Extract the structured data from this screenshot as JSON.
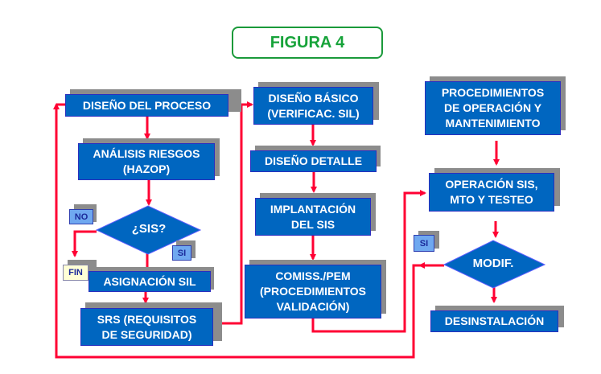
{
  "title": "FIGURA 4",
  "nodes": {
    "diseno_proceso": "DISEÑO DEL PROCESO",
    "analisis_riesgos": "ANÁLISIS RIESGOS\n(HAZOP)",
    "sis_decision": "¿SIS?",
    "asignacion_sil": "ASIGNACIÓN SIL",
    "srs": "SRS (REQUISITOS\nDE SEGURIDAD)",
    "diseno_basico": "DISEÑO BÁSICO\n(VERIFICAC. SIL)",
    "diseno_detalle": "DISEÑO DETALLE",
    "implantacion": "IMPLANTACIÓN\nDEL SIS",
    "comiss": "COMISS./PEM\n(PROCEDIMIENTOS\nVALIDACIÓN)",
    "procedimientos": "PROCEDIMIENTOS\nDE OPERACIÓN Y\nMANTENIMIENTO",
    "operacion": "OPERACIÓN SIS,\nMTO Y TESTEO",
    "modif_decision": "MODIF.",
    "desinstalacion": "DESINSTALACIÓN"
  },
  "tags": {
    "no": "NO",
    "si_sis": "SI",
    "fin": "FIN",
    "si_modif": "SI"
  },
  "colors": {
    "box_fill": "#0066c0",
    "arrow": "#ff0033",
    "title": "#17a33a",
    "shadow": "#8c8c8c"
  }
}
